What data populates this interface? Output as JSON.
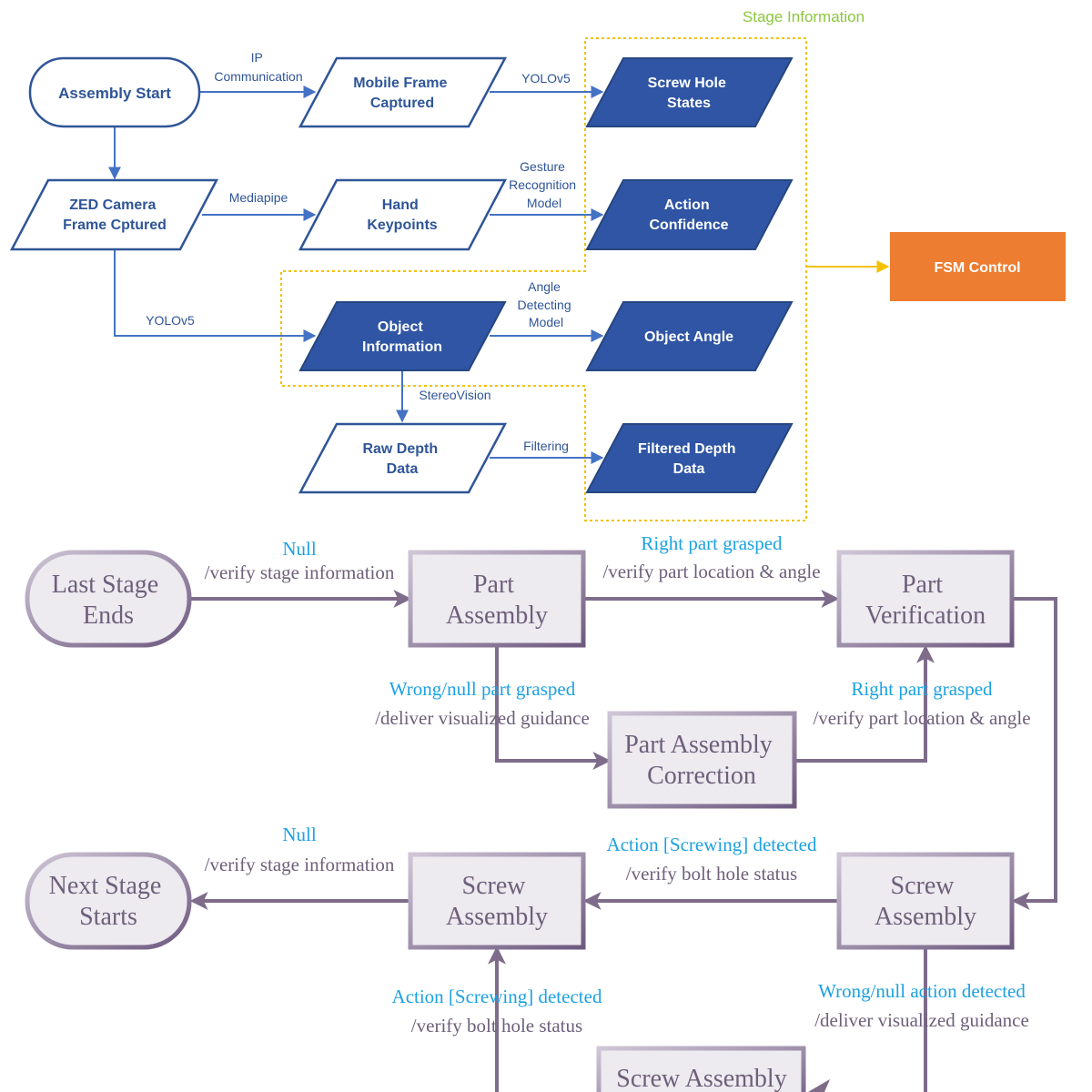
{
  "top": {
    "stage_info_label": "Stage Information",
    "fsm_control": "FSM Control",
    "nodes": {
      "assembly_start": "Assembly Start",
      "mobile_frame": [
        "Mobile Frame",
        "Captured"
      ],
      "screw_hole_states": [
        "Screw Hole",
        "States"
      ],
      "zed_frame": [
        "ZED Camera",
        "Frame Cptured"
      ],
      "hand_keypoints": [
        "Hand",
        "Keypoints"
      ],
      "action_confidence": [
        "Action",
        "Confidence"
      ],
      "object_information": [
        "Object",
        "Information"
      ],
      "object_angle": "Object Angle",
      "raw_depth": [
        "Raw Depth",
        "Data"
      ],
      "filtered_depth": [
        "Filtered Depth",
        "Data"
      ]
    },
    "edges": {
      "ip_comm": [
        "IP",
        "Communication"
      ],
      "yolov5_a": "YOLOv5",
      "mediapipe": "Mediapipe",
      "gesture_model": [
        "Gesture",
        "Recognition",
        "Model"
      ],
      "yolov5_b": "YOLOv5",
      "angle_model": [
        "Angle",
        "Detecting",
        "Model"
      ],
      "stereovision": "StereoVision",
      "filtering": "Filtering"
    }
  },
  "fsm": {
    "states": {
      "last_stage_ends": [
        "Last Stage",
        "Ends"
      ],
      "part_assembly": [
        "Part",
        "Assembly"
      ],
      "part_verification": [
        "Part",
        "Verification"
      ],
      "part_assembly_correction": [
        "Part Assembly",
        "Correction"
      ],
      "next_stage_starts": [
        "Next Stage",
        "Starts"
      ],
      "screw_assembly_left": [
        "Screw",
        "Assembly"
      ],
      "screw_assembly_right": [
        "Screw",
        "Assembly"
      ],
      "screw_assembly_bottom": "Screw Assembly"
    },
    "transitions": {
      "t1_event": "Null",
      "t1_action": "/verify stage information",
      "t2_event": "Right part grasped",
      "t2_action": "/verify part location & angle",
      "t3_event": "Wrong/null part grasped",
      "t3_action": "/deliver visualized guidance",
      "t4_event": "Right part grasped",
      "t4_action": "/verify part location & angle",
      "t5_event": "Null",
      "t5_action": "/verify stage information",
      "t6_event": "Action [Screwing] detected",
      "t6_action": "/verify bolt hole status",
      "t7_event": "Action [Screwing] detected",
      "t7_action": "/verify bolt hole status",
      "t8_event": "Wrong/null action detected",
      "t8_action": "/deliver visualized guidance"
    }
  },
  "colors": {
    "blue_line": "#4472C4",
    "blue_text": "#2F5597",
    "dark_fill": "#2F55A4",
    "orange": "#ED7D31",
    "yellow": "#F2C200",
    "green_label": "#8DC63F",
    "fsm_line": "#7E6C8A",
    "fsm_text": "#6E5F7A",
    "fsm_fill": "#EDEAF0",
    "fsm_cyan": "#1BA1E2"
  }
}
